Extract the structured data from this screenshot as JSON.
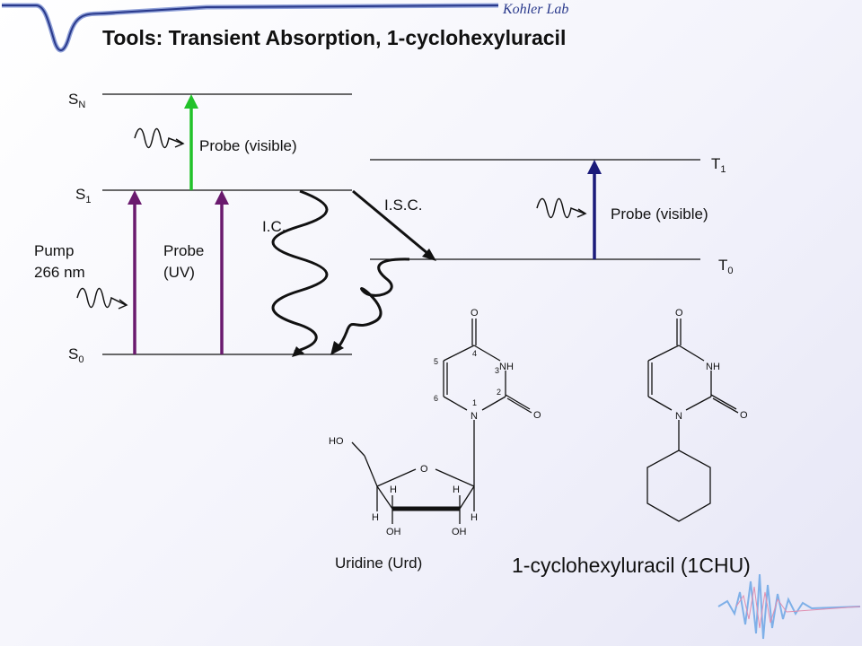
{
  "header": {
    "title": "Tools: Transient Absorption, 1-cyclohexyluracil",
    "lab_name": "Kohler Lab"
  },
  "levels": {
    "sn": {
      "base": "S",
      "sub": "N"
    },
    "s1": {
      "base": "S",
      "sub": "1"
    },
    "s0": {
      "base": "S",
      "sub": "0"
    },
    "t1": {
      "base": "T",
      "sub": "1"
    },
    "t0": {
      "base": "T",
      "sub": "0"
    }
  },
  "labels": {
    "pump_line1": "Pump",
    "pump_line2": "266 nm",
    "probe_uv_line1": "Probe",
    "probe_uv_line2": "(UV)",
    "probe_visible_singlet": "Probe (visible)",
    "probe_visible_triplet": "Probe (visible)",
    "ic": "I.C.",
    "isc": "I.S.C."
  },
  "colors": {
    "pump_arrow": "#6a1a6e",
    "probe_uv_arrow": "#6a1a6e",
    "probe_visible_arrow": "#22c22a",
    "triplet_probe_arrow": "#1a1a7a",
    "level_line": "#111111"
  },
  "molecules": {
    "uridine": {
      "caption": "Uridine (Urd)",
      "atoms": {
        "o_top": "O",
        "nh": "NH",
        "o_right": "O",
        "n1": "N",
        "ho": "HO",
        "o_ring": "O",
        "h_left": "H",
        "h_right": "H",
        "h_far_left": "H",
        "h_far_right": "H",
        "oh_left": "OH",
        "oh_right": "OH"
      },
      "numbers": {
        "n4": "4",
        "n3": "3",
        "n5": "5",
        "n2": "2",
        "n6": "6",
        "n1": "1"
      }
    },
    "chu": {
      "caption": "1-cyclohexyluracil (1CHU)",
      "atoms": {
        "o_top": "O",
        "nh": "NH",
        "o_right": "O",
        "n1": "N"
      }
    }
  }
}
